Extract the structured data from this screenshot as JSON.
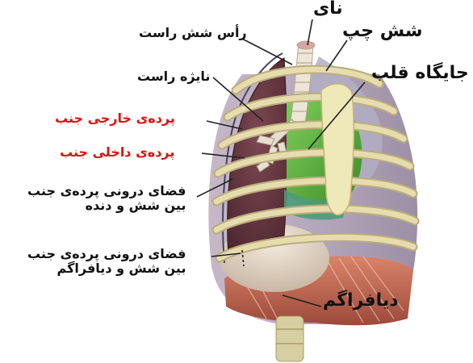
{
  "labels": {
    "trachea": "نای",
    "left_lung": "شش چپ",
    "right_lung_apex": "رأس شش راست",
    "heart_location": "جایگاه قلب",
    "right_bronchus": "نایژه راست",
    "parietal_pleura": "پرده‌ی خارجی جنب",
    "visceral_pleura": "پرده‌ی داخلی جنب",
    "costal_recess_line1": "فضای درونی پرده‌ی جنب",
    "costal_recess_line2": "بین شش و دنده",
    "costodiaphragmatic_recess_line1": "فضای درونی پرده‌ی جنب",
    "costodiaphragmatic_recess_line2": "بین شش و دیافراگم",
    "diaphragm": "دیافراگم"
  },
  "colors": {
    "label_text": "#111111",
    "highlight_text": "#e01010",
    "leader_line": "#222222",
    "rib": "#ddd39e",
    "lung": "#6e3c46",
    "heart": "#4fa33a",
    "diaphragm": "#c96c56",
    "background": "#ffffff"
  }
}
